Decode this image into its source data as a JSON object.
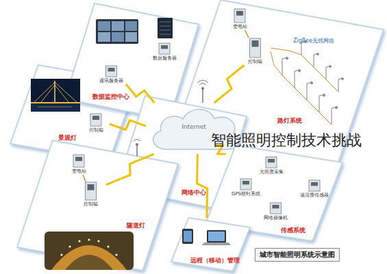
{
  "diagram": {
    "caption": "城市智能照明系统示意图",
    "nodes": [
      {
        "text": [
          "数据监控中心"
        ]
      },
      {
        "text": [
          "数据服务器"
        ],
        "in": 0
      },
      {
        "text": [
          "通讯服务器"
        ],
        "in": 0
      },
      {
        "text": [
          "景观灯"
        ]
      },
      {
        "text": [
          "控制箱"
        ],
        "in": 3
      },
      {
        "text": [
          "路灯系统"
        ]
      },
      {
        "text": [
          "变电站"
        ],
        "in": 5
      },
      {
        "text": [
          "控制箱"
        ],
        "in": 5
      },
      {
        "text": [
          "网络中心"
        ]
      },
      {
        "text": [
          "Internet"
        ],
        "in": 8
      },
      {
        "text": [
          "隧道灯"
        ]
      },
      {
        "text": [
          "变电站"
        ],
        "in": 10
      },
      {
        "text": [
          "控制箱"
        ],
        "in": 10
      },
      {
        "text": [
          "传感系统"
        ]
      },
      {
        "text": [
          "光照度采集"
        ],
        "in": 13
      },
      {
        "text": [
          "温湿度传感器"
        ],
        "in": 13
      },
      {
        "text": [
          "GPS校时系统"
        ],
        "in": 13
      },
      {
        "text": [
          "网络摄像机"
        ],
        "in": 13
      },
      {
        "text": [
          "远程（移动）管理"
        ]
      }
    ],
    "edges": [
      {
        "from": 2,
        "to": 9,
        "arrow": "none"
      },
      {
        "from": 4,
        "to": 9,
        "arrow": "none"
      },
      {
        "from": 7,
        "to": 9,
        "arrow": "none"
      },
      {
        "from": 12,
        "to": 9,
        "arrow": "none"
      },
      {
        "from": 13,
        "to": 9,
        "arrow": "none"
      },
      {
        "from": 18,
        "to": 9,
        "arrow": "none"
      },
      {
        "from": 6,
        "to": 7,
        "arrow": "none"
      },
      {
        "from": 11,
        "to": 12,
        "arrow": "none"
      }
    ],
    "labels": [
      "ZigBee无线网络",
      "智能照明控制技术挑战"
    ]
  }
}
